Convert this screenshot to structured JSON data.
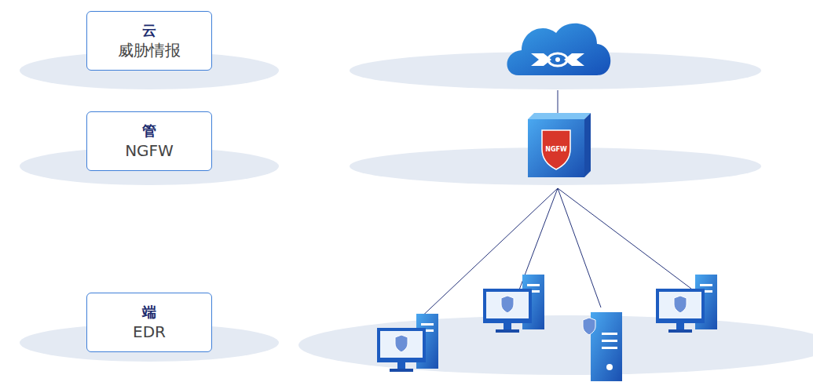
{
  "diagram": {
    "nodes": [
      {
        "text": [
          "云",
          "威胁情报"
        ]
      },
      {
        "text": [
          "管",
          "NGFW"
        ]
      },
      {
        "text": [
          "端",
          "EDR"
        ]
      }
    ],
    "labels": [
      "NGFW"
    ]
  }
}
